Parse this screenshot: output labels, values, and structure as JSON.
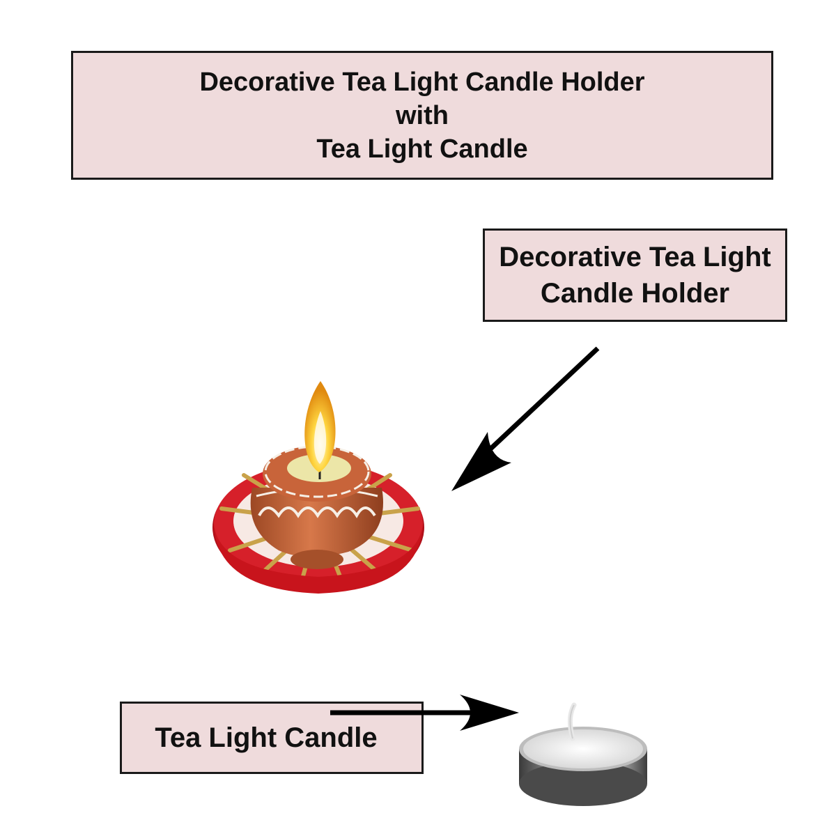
{
  "title": {
    "line1": "Decorative Tea Light Candle Holder",
    "line2": "with",
    "line3": "Tea Light Candle"
  },
  "labels": {
    "holder_line1": "Decorative Tea Light",
    "holder_line2": "Candle Holder",
    "candle": "Tea Light Candle"
  },
  "icons": {
    "holder": "diya-candle-holder-icon",
    "candle": "tea-light-candle-icon",
    "arrows": "arrow-icon"
  },
  "colors": {
    "label_background": "#efdbdc",
    "border": "#1a1a1a",
    "ring_red": "#c8141c",
    "clay": "#c8643a",
    "tin": "#6b6b6b"
  }
}
